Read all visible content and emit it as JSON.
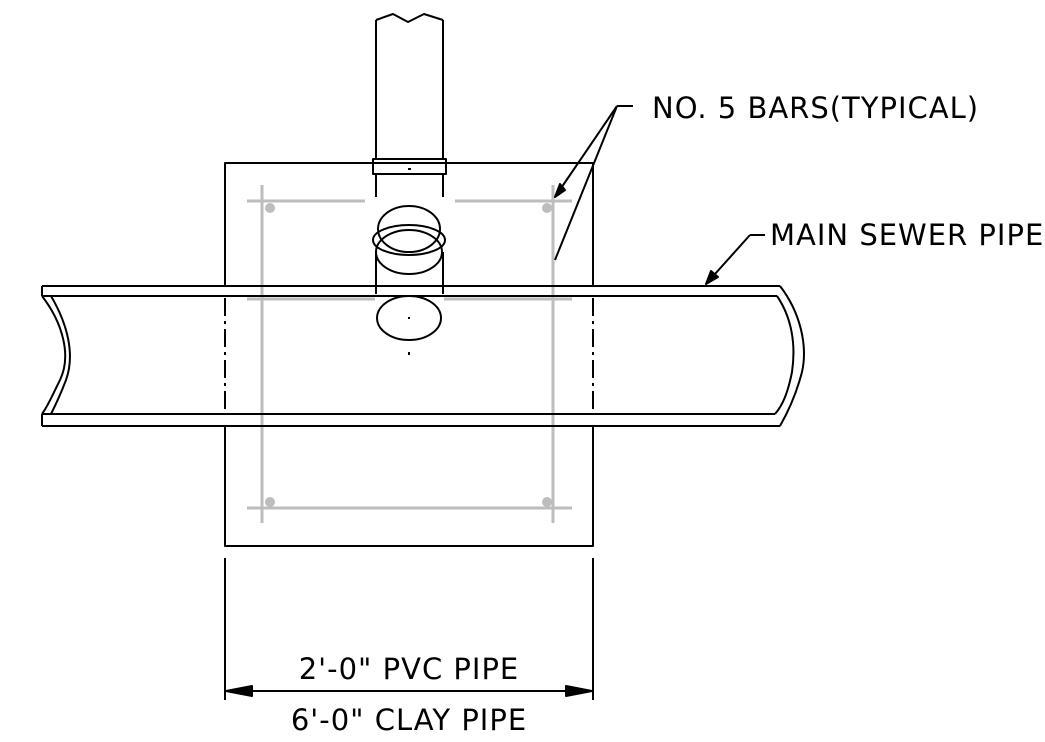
{
  "labels": {
    "rebar_callout": "NO. 5 BARS(TYPICAL)",
    "sewer_callout": "MAIN SEWER PIPE",
    "dim_pvc": "2'-0\" PVC PIPE",
    "dim_clay": "6'-0\" CLAY PIPE"
  },
  "colors": {
    "line": "#000000",
    "rebar": "#bdbdbd",
    "background": "#ffffff"
  }
}
